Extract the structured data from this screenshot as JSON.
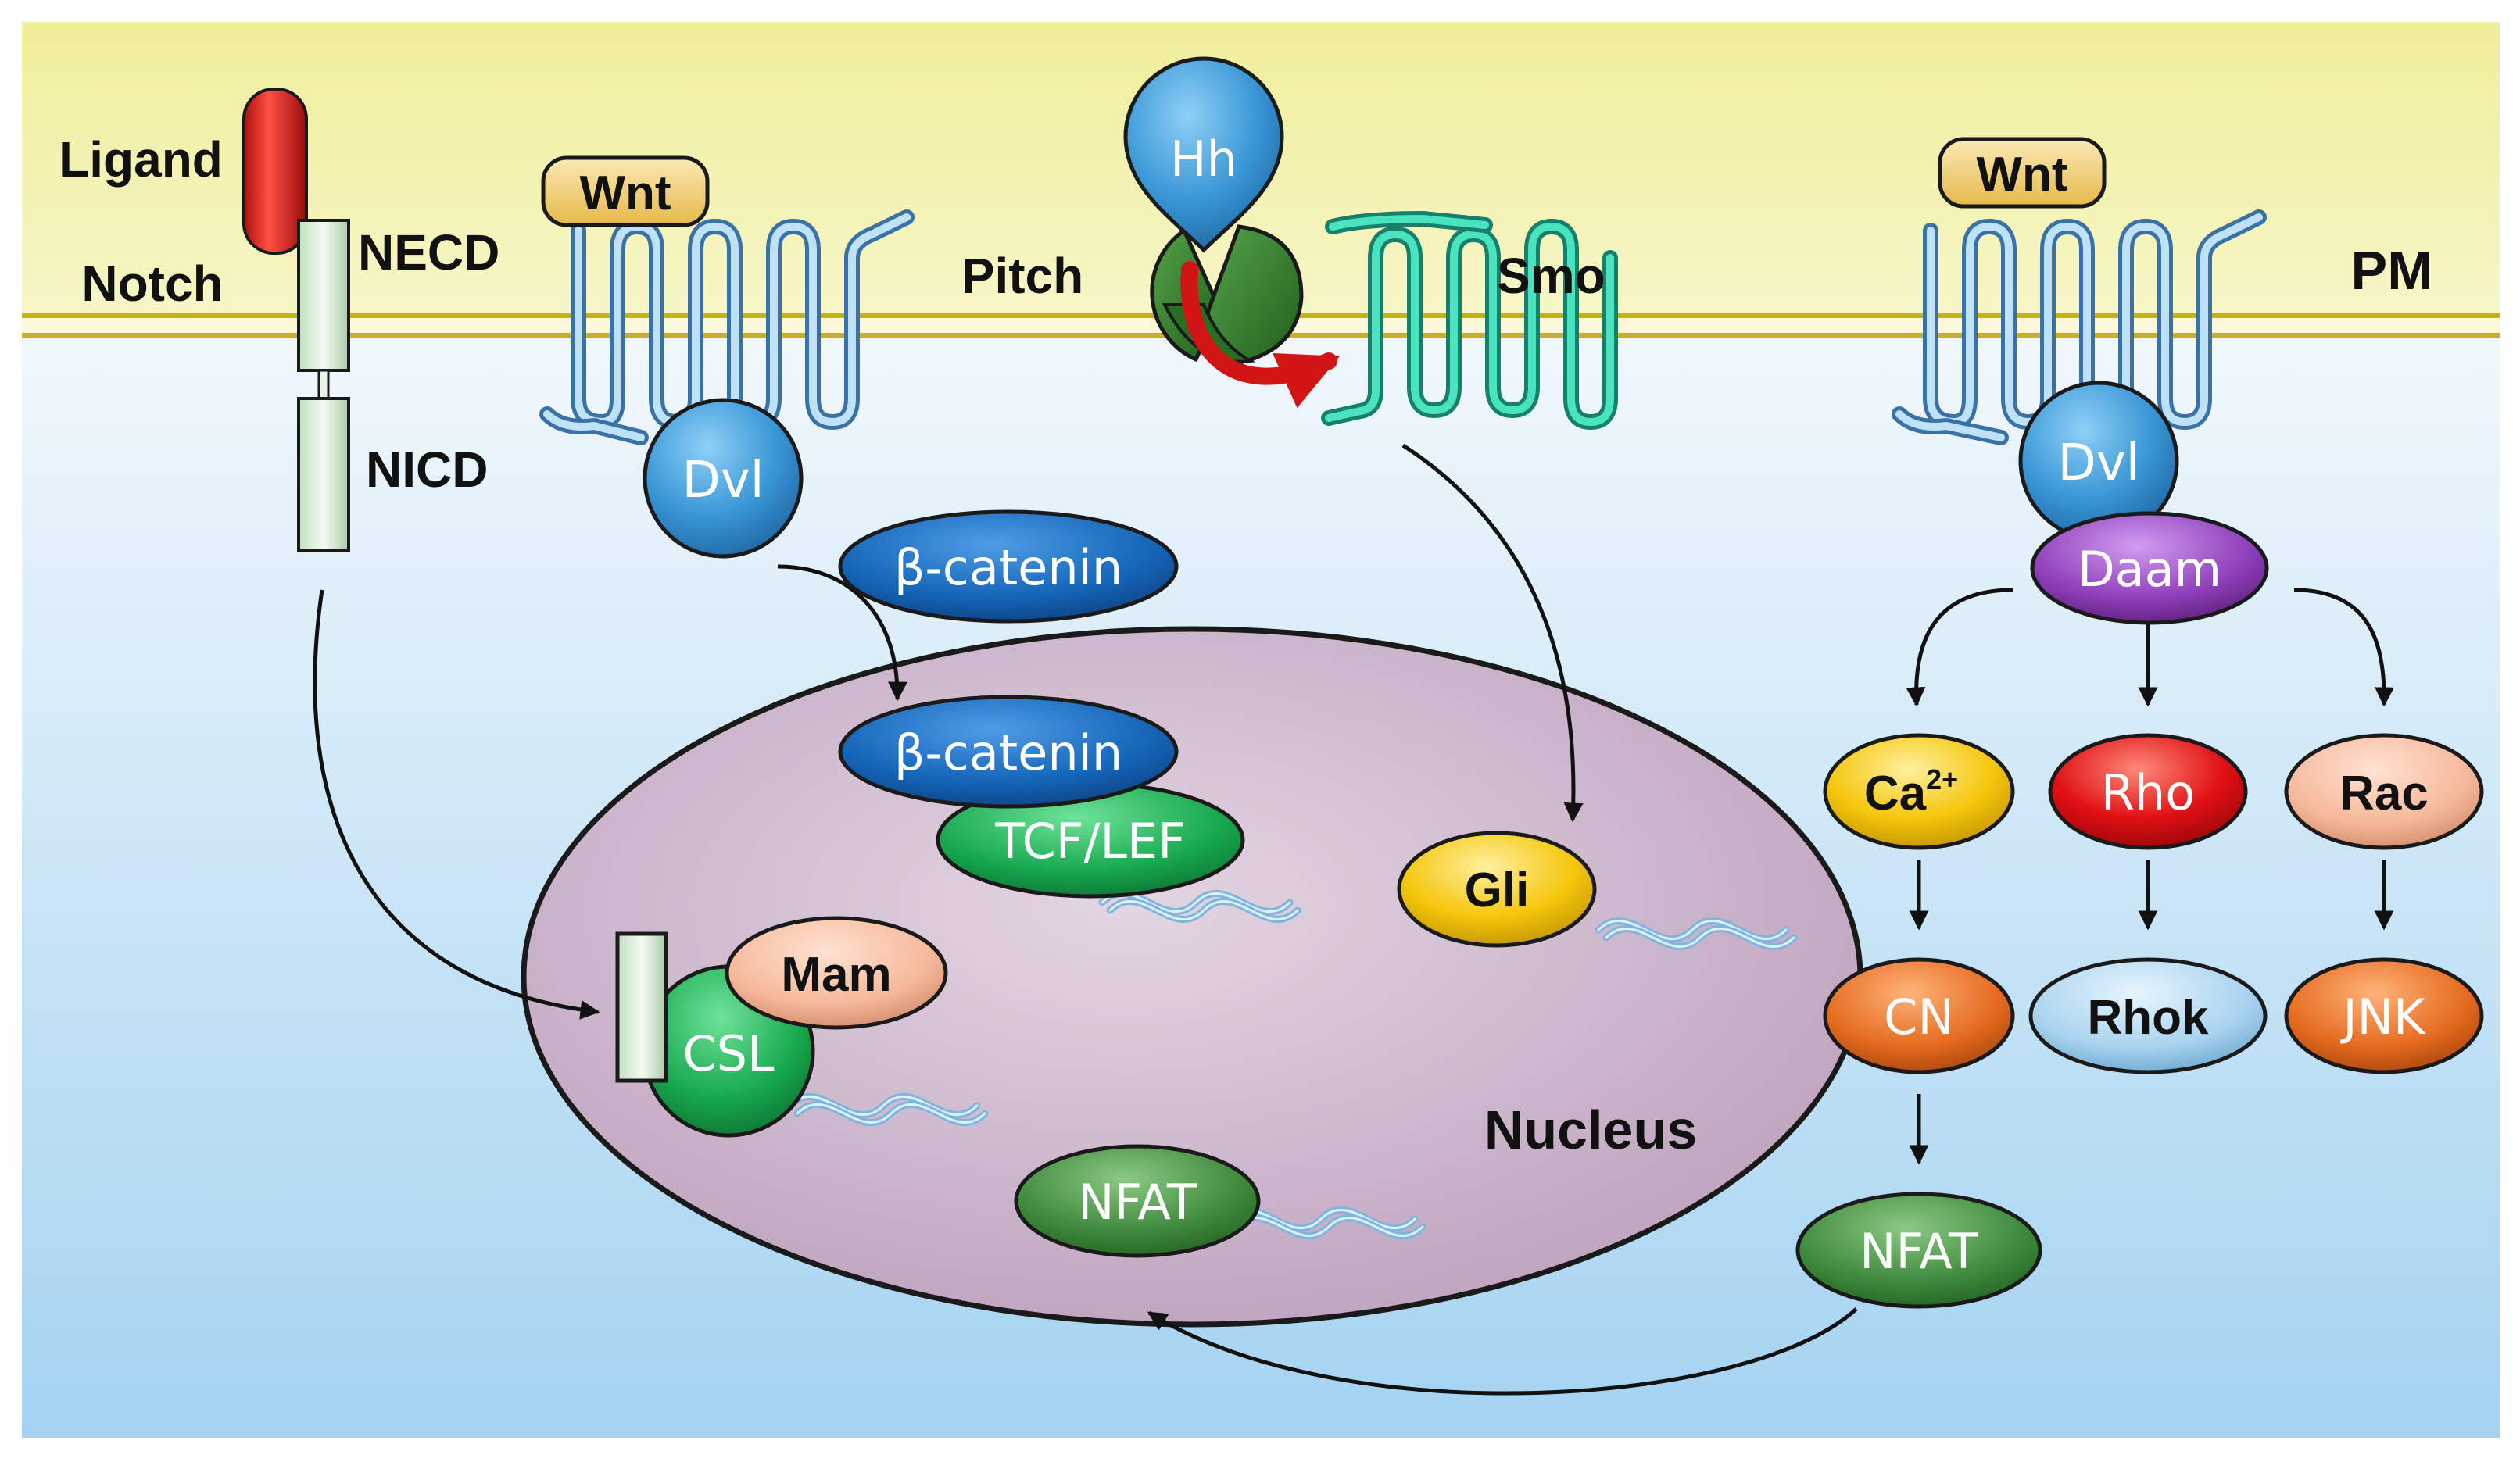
{
  "labels": {
    "ligand": "Ligand",
    "notch": "Notch",
    "necd": "NECD",
    "nicd": "NICD",
    "pitch": "Pitch",
    "smo": "Smo",
    "pm": "PM",
    "nucleus": "Nucleus"
  },
  "nodes": {
    "wnt_left": "Wnt",
    "wnt_right": "Wnt",
    "dvl_left": "Dvl",
    "dvl_right": "Dvl",
    "hh": "Hh",
    "beta_catenin_cyto": "β-catenin",
    "beta_catenin_nuc": "β-catenin",
    "tcf_lef": "TCF/LEF",
    "gli": "Gli",
    "mam": "Mam",
    "csl": "CSL",
    "nfat_nuc": "NFAT",
    "nfat_cyto": "NFAT",
    "daam": "Daam",
    "ca": "Ca",
    "ca_sup": "2+",
    "rho": "Rho",
    "rac": "Rac",
    "cn": "CN",
    "rhok": "Rhok",
    "jnk": "JNK"
  },
  "colors": {
    "extracellular": "#f0ee9c",
    "cytoplasm_top": "#eaf4fb",
    "cytoplasm_bottom": "#a6d4f2",
    "membrane": "#d8c22a",
    "nucleus": "#c9b3c8",
    "blue": "#3a97d6",
    "dark_blue": "#1565b8",
    "green": "#17a84e",
    "dark_green": "#3f8a3c",
    "yellow": "#f5c70c",
    "red": "#e00f14",
    "peach": "#f6b99a",
    "orange": "#e46a1e",
    "light_blue": "#a9d3ef",
    "purple": "#8e3fb9",
    "wnt": "#f2d079",
    "ligand": "#d71a1a",
    "receptor_teal": "#2fb89a"
  }
}
